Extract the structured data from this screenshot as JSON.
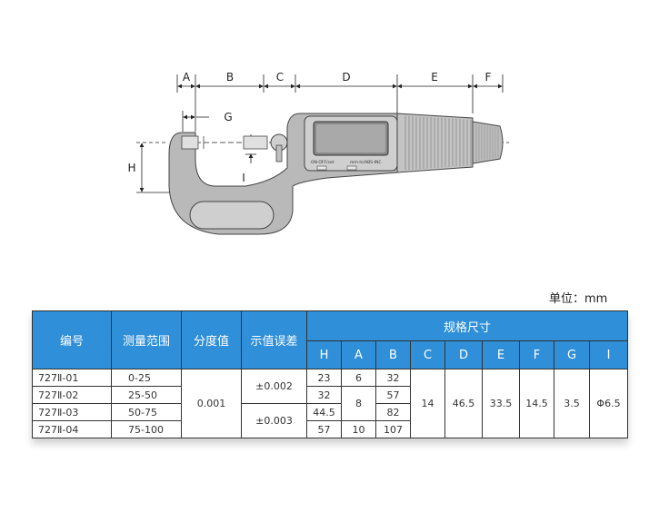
{
  "diagram": {
    "labels": [
      "A",
      "B",
      "C",
      "D",
      "E",
      "F",
      "G",
      "H",
      "I"
    ],
    "lcd_text": [
      "ON-OFF/set",
      "mm-In/ABS-INC"
    ]
  },
  "unit_text": "单位：mm",
  "table": {
    "group_header": "规格尺寸",
    "headers": {
      "model": "编号",
      "range": "测量范围",
      "resolution": "分度值",
      "error": "示值误差"
    },
    "dim_headers": [
      "H",
      "A",
      "B",
      "C",
      "D",
      "E",
      "F",
      "G",
      "I"
    ],
    "rows": [
      {
        "model": "727Ⅱ-01",
        "range": "0-25",
        "H": "23",
        "A": "6",
        "B": "32"
      },
      {
        "model": "727Ⅱ-02",
        "range": "25-50",
        "H": "32",
        "B": "57"
      },
      {
        "model": "727Ⅱ-03",
        "range": "50-75",
        "H": "44.5",
        "B": "82"
      },
      {
        "model": "727Ⅱ-04",
        "range": "75-100",
        "H": "57",
        "A": "10",
        "B": "107"
      }
    ],
    "A_merged_23": "8",
    "resolution": "0.001",
    "error_1": "±0.002",
    "error_2": "±0.003",
    "shared": {
      "C": "14",
      "D": "46.5",
      "E": "33.5",
      "F": "14.5",
      "G": "3.5",
      "I": "Φ6.5"
    }
  }
}
